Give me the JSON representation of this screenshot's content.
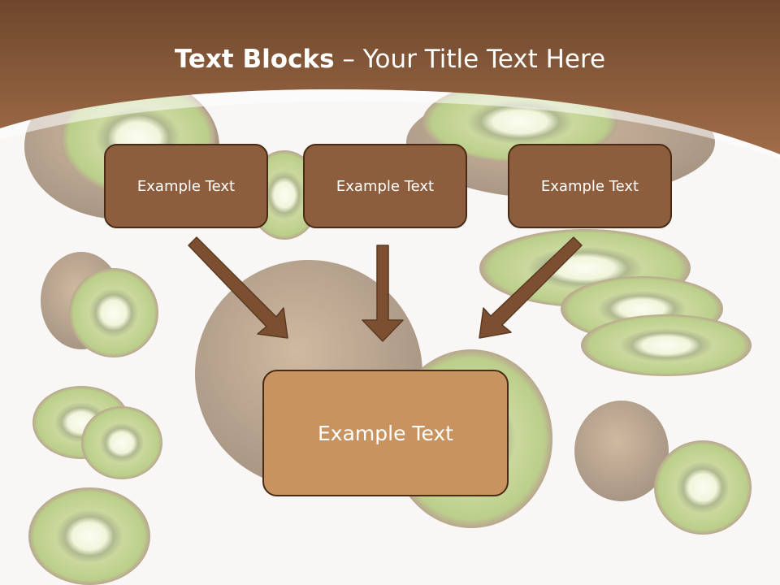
{
  "slide": {
    "title_bold": "Text Blocks",
    "title_dash": " – ",
    "title_rest": "Your Title Text Here"
  },
  "blocks": [
    {
      "label": "Example Text"
    },
    {
      "label": "Example Text"
    },
    {
      "label": "Example Text"
    }
  ],
  "target_block": {
    "label": "Example Text"
  },
  "colors": {
    "header_top": "#6e472c",
    "header_bottom": "#a06c48",
    "small_box_fill": "#8d5e3e",
    "main_box_fill": "#c8935e",
    "box_border": "#4a2c16",
    "arrow": "#7b4f2f"
  },
  "images": {
    "background": "kiwi-fruit-photo"
  }
}
